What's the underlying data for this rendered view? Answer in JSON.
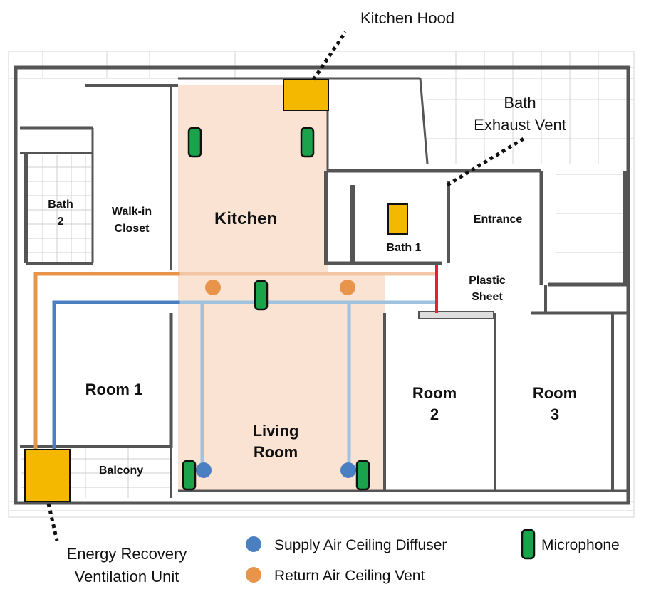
{
  "annotations": {
    "kitchen_hood": "Kitchen Hood",
    "bath_exhaust_line1": "Bath",
    "bath_exhaust_line2": "Exhaust Vent",
    "erv_line1": "Energy Recovery",
    "erv_line2": "Ventilation Unit"
  },
  "rooms": {
    "kitchen": "Kitchen",
    "bath1": "Bath 1",
    "bath2_line1": "Bath",
    "bath2_line2": "2",
    "walkin_line1": "Walk-in",
    "walkin_line2": "Closet",
    "entrance": "Entrance",
    "plastic_line1": "Plastic",
    "plastic_line2": "Sheet",
    "room1": "Room 1",
    "room2_line1": "Room",
    "room2_line2": "2",
    "room3_line1": "Room",
    "room3_line2": "3",
    "living_line1": "Living",
    "living_line2": "Room",
    "balcony": "Balcony"
  },
  "legend": {
    "supply": "Supply Air Ceiling Diffuser",
    "return": "Return Air Ceiling Vent",
    "microphone": "Microphone"
  },
  "colors": {
    "supply": "#4a7fc1",
    "return": "#e8944a",
    "microphone": "#1aa34a",
    "unit": "#f5b800",
    "room_fill": "#fbe3d3",
    "plastic_sheet": "#e8202a",
    "supply_duct_light": "#9fc2de",
    "return_duct_light": "#f3c7a6"
  }
}
